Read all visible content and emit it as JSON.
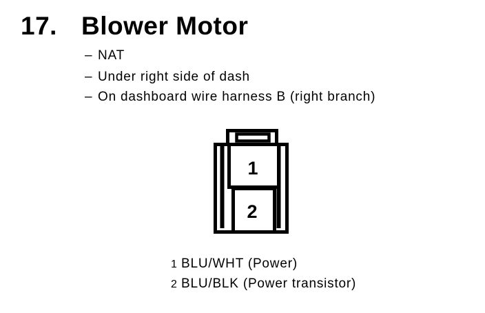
{
  "page": {
    "background_color": "#ffffff",
    "ink_color": "#000000"
  },
  "header": {
    "number": "17.",
    "title": "Blower Motor"
  },
  "details": {
    "bullet": "–",
    "items": [
      "NAT",
      "Under right side of dash",
      "On dashboard wire harness B (right branch)"
    ]
  },
  "connector": {
    "description": "2-pin connector, front view, latch on top",
    "pins": [
      {
        "number": "1"
      },
      {
        "number": "2"
      }
    ]
  },
  "legend": {
    "entries": [
      {
        "pin": "1",
        "label": "BLU/WHT (Power)"
      },
      {
        "pin": "2",
        "label": "BLU/BLK (Power transistor)"
      }
    ]
  }
}
